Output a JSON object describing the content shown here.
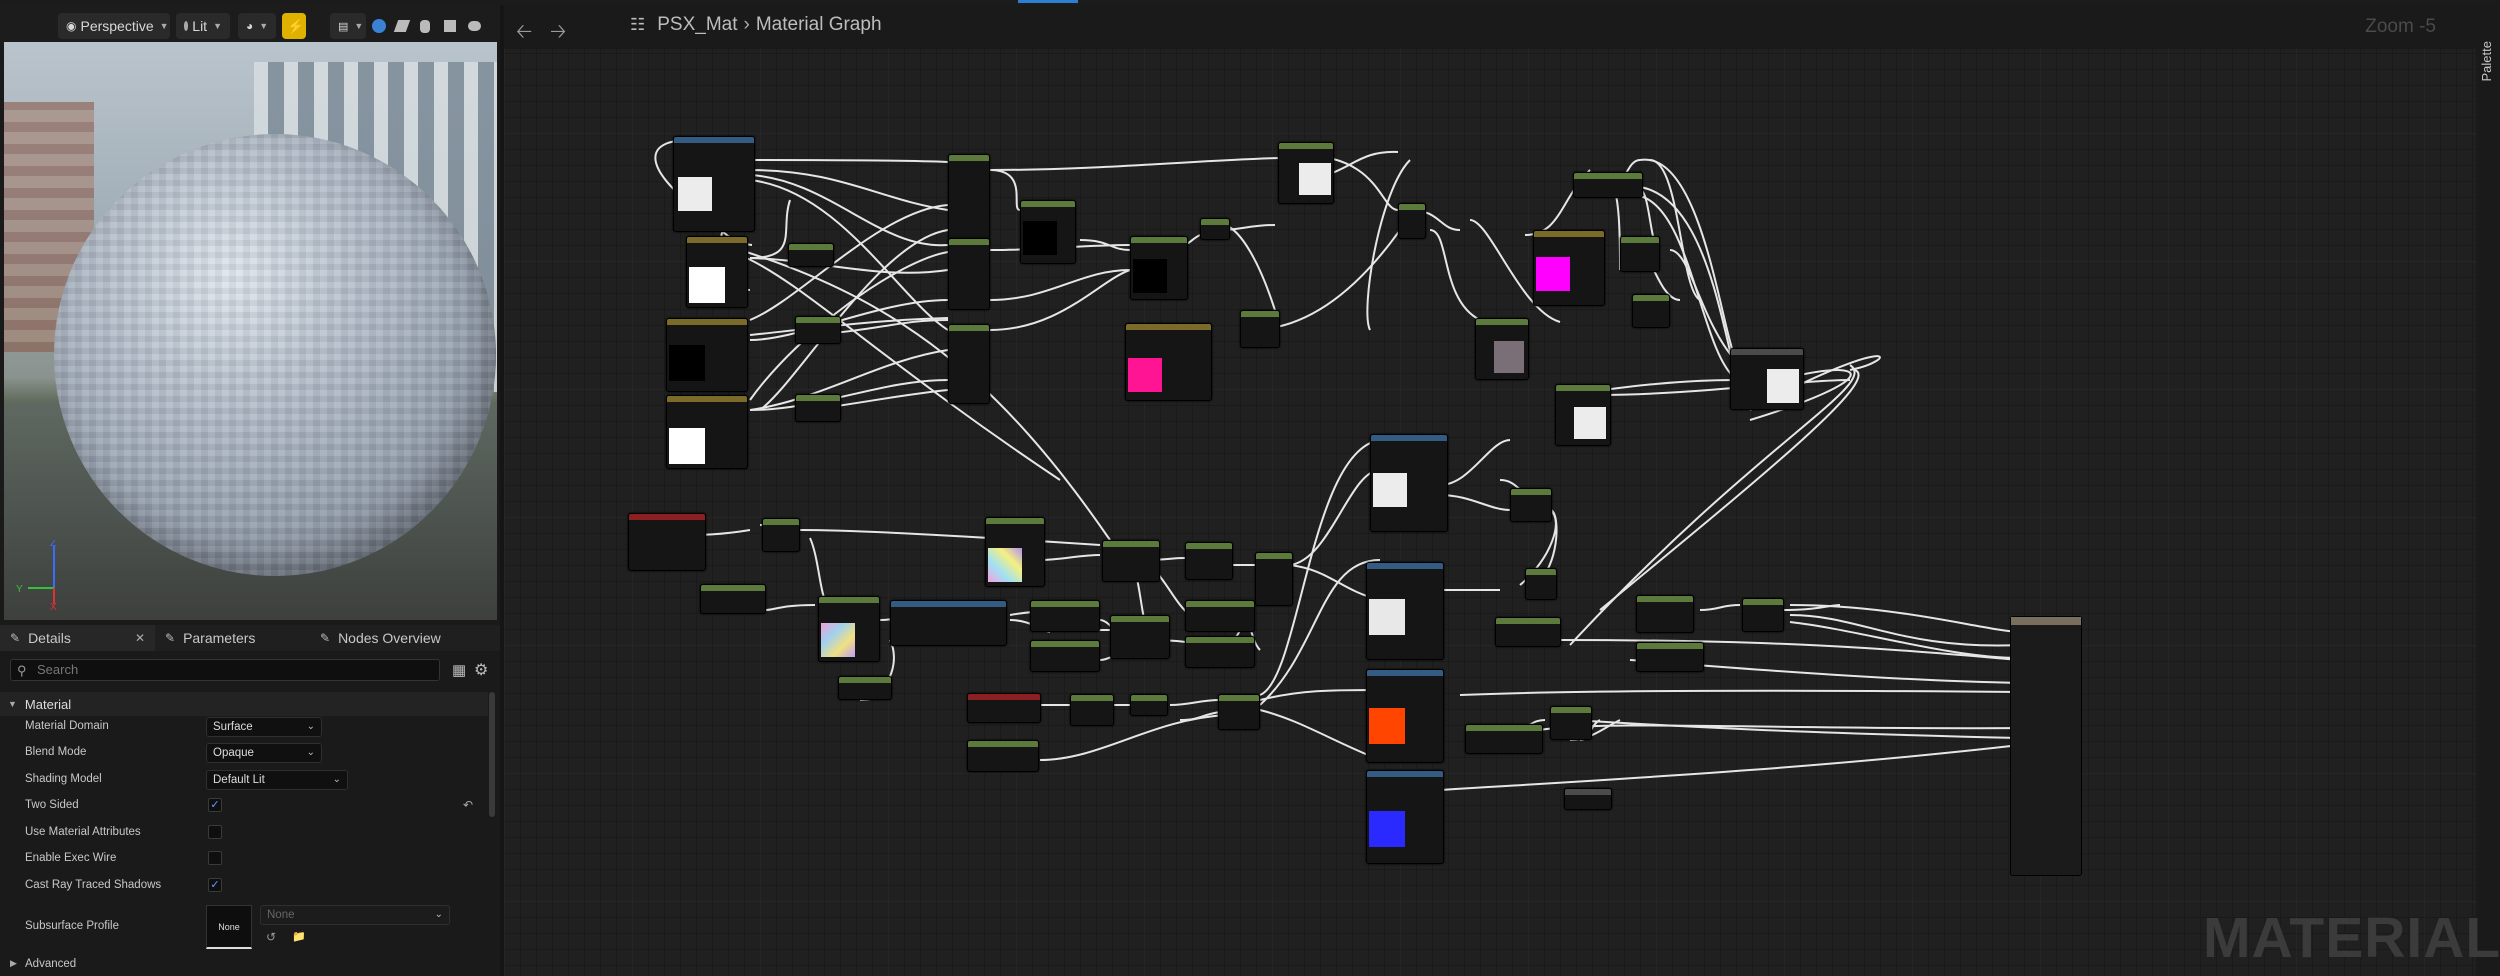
{
  "viewport": {
    "view_mode": "Perspective",
    "lighting_mode": "Lit"
  },
  "details": {
    "tabs": [
      "Details",
      "Parameters",
      "Nodes Overview"
    ],
    "search_placeholder": "Search",
    "section_title": "Material",
    "properties": [
      {
        "label": "Material Domain",
        "type": "dropdown",
        "value": "Surface"
      },
      {
        "label": "Blend Mode",
        "type": "dropdown",
        "value": "Opaque"
      },
      {
        "label": "Shading Model",
        "type": "dropdown",
        "value": "Default Lit"
      },
      {
        "label": "Two Sided",
        "type": "checkbox",
        "checked": true
      },
      {
        "label": "Use Material Attributes",
        "type": "checkbox",
        "checked": false
      },
      {
        "label": "Enable Exec Wire",
        "type": "checkbox",
        "checked": false
      },
      {
        "label": "Cast Ray Traced Shadows",
        "type": "checkbox",
        "checked": true
      },
      {
        "label": "Subsurface Profile",
        "type": "asset",
        "thumb_label": "None",
        "value": "None"
      }
    ],
    "advanced_label": "Advanced"
  },
  "graph": {
    "breadcrumb_asset": "PSX_Mat",
    "breadcrumb_current": "Material Graph",
    "zoom_label": "Zoom -5",
    "palette_label": "Palette",
    "watermark": "MATERIAL",
    "colors": {
      "magenta_swatch": "#ff00ff",
      "pink_swatch": "#ff1493",
      "orange_swatch": "#ff4500",
      "blue_texture": "#2a2aff",
      "accent": "#2d7fd6"
    }
  }
}
